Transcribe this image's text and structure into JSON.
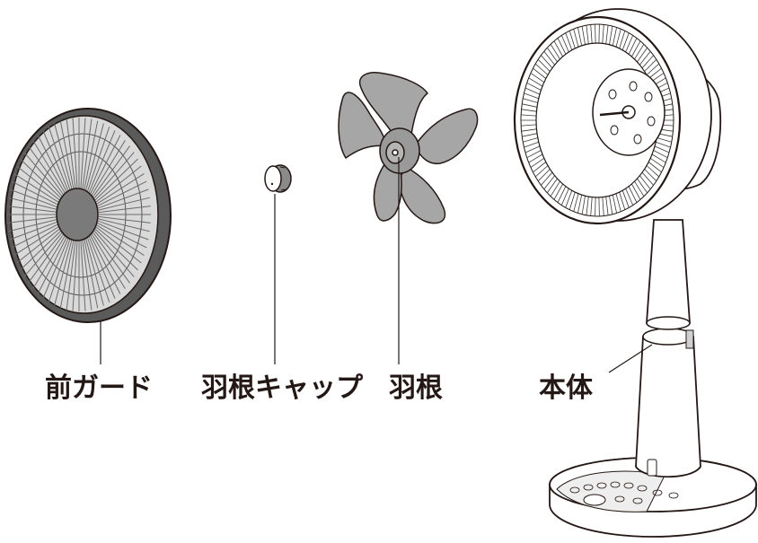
{
  "diagram": {
    "parts": [
      {
        "id": "front-guard",
        "label": "前ガード"
      },
      {
        "id": "blade-cap",
        "label": "羽根キャップ"
      },
      {
        "id": "blade",
        "label": "羽根"
      },
      {
        "id": "body",
        "label": "本体"
      }
    ],
    "colors": {
      "line": "#231815",
      "rim": "#5a5a5a",
      "guard_fill": "#d9d9d9",
      "guard_hub": "#7a7a7a",
      "blade_fill": "#a6a6a6",
      "body_fill": "#ffffff"
    }
  }
}
